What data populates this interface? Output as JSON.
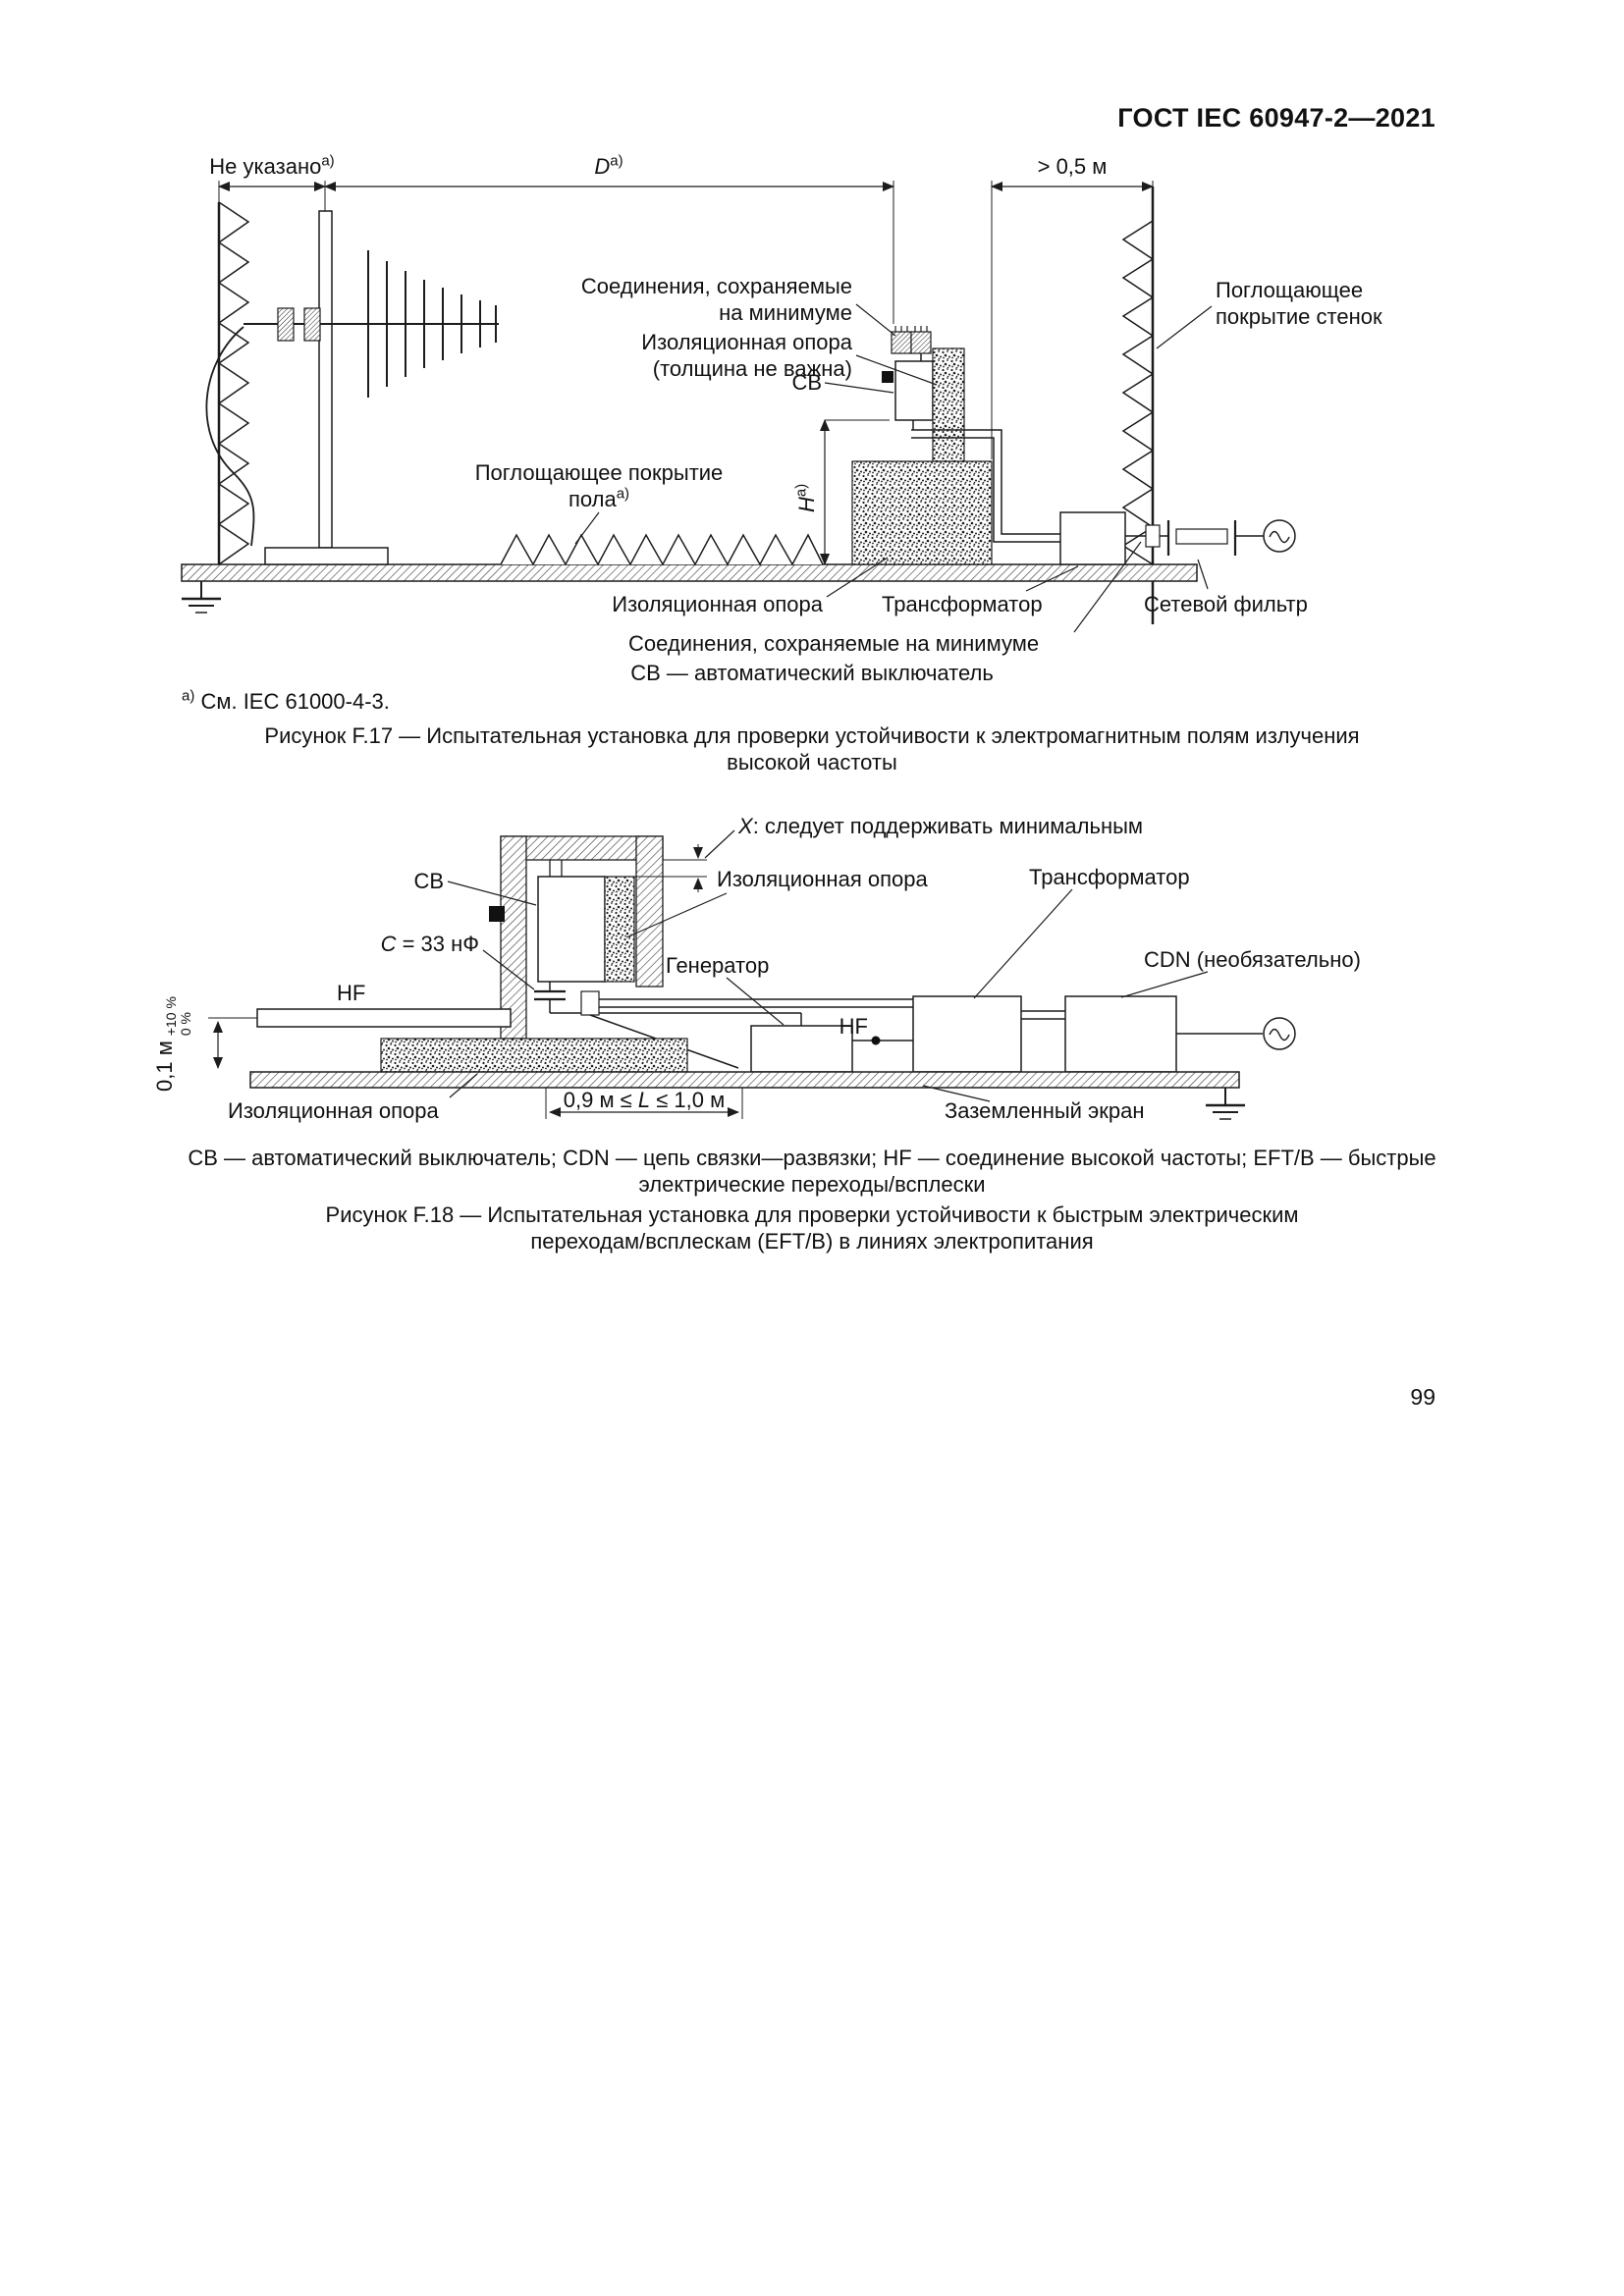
{
  "page": {
    "header": "ГОСТ IEC 60947-2—2021",
    "number": "99"
  },
  "f17": {
    "dims": {
      "unspecified": {
        "text": "Не указано",
        "sup": "а)"
      },
      "d": {
        "it": "D",
        "sup": "а)"
      },
      "gap": "> 0,5 м",
      "h": {
        "it": "H",
        "sup": "а)"
      }
    },
    "labels": {
      "connections_top_1": "Соединения, сохраняемые",
      "connections_top_2": "на минимуме",
      "insulating_note_1": "Изоляционная опора",
      "insulating_note_2": "(толщина не важна)",
      "cb": "СВ",
      "wall_coating_1": "Поглощающее",
      "wall_coating_2": "покрытие стенок",
      "floor_coating_1": "Поглощающее покрытие",
      "floor_coating_2": {
        "text": "пола",
        "sup": "а)"
      },
      "insulating_bottom": "Изоляционная опора",
      "transformer": "Трансформатор",
      "mains_filter": "Сетевой фильтр",
      "connections_bottom": "Соединения, сохраняемые на минимуме"
    },
    "note_cb": "СВ — автоматический выключатель",
    "footnote": {
      "sup": "а)",
      "text": " См. IEC 61000-4-3."
    },
    "caption_1": "Рисунок F.17 — Испытательная установка для проверки устойчивости к электромагнитным полям излучения",
    "caption_2": "высокой частоты"
  },
  "f18": {
    "labels": {
      "x_note": {
        "it": "X",
        "text": ": следует поддерживать минимальным"
      },
      "cb": "СВ",
      "insulating_top": "Изоляционная опора",
      "transformer": "Трансформатор",
      "capacitance": {
        "it": "C",
        "text": " = 33 нФ"
      },
      "generator": "Генератор",
      "cdn": "CDN (необязательно)",
      "hf_left": "HF",
      "hf_mid": "HF",
      "height": {
        "value": "0,1 м",
        "tol_plus": "+10 %",
        "tol_minus": "0 %"
      },
      "length": {
        "pre": "0,9 м ≤ ",
        "it": "L",
        "post": " ≤ 1,0 м"
      },
      "insulating_bottom": "Изоляционная опора",
      "ground_screen": "Заземленный экран"
    },
    "legend_1": "СВ — автоматический выключатель; CDN — цепь связки—развязки; HF — соединение высокой частоты; EFT/B — быстрые",
    "legend_2": "электрические переходы/всплески",
    "caption_1": "Рисунок F.18 — Испытательная установка для проверки устойчивости к быстрым электрическим",
    "caption_2": "переходам/всплескам (EFT/B) в линиях электропитания"
  }
}
